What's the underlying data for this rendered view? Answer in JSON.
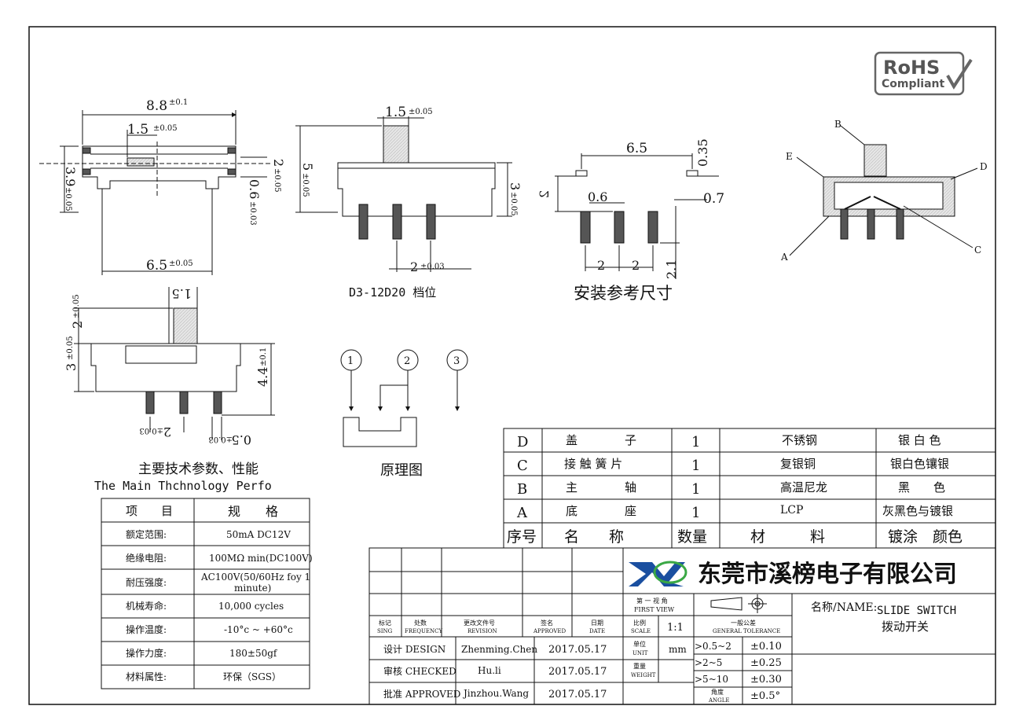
{
  "rohs": {
    "line1": "RoHS",
    "line2": "Compliant"
  },
  "view1": {
    "dim_width": "8.8",
    "tol_width": "±0.1",
    "dim_slider": "1.5",
    "tol_slider": "±0.05",
    "dim_base": "6.5",
    "tol_base": "±0.05",
    "dim_height": "3.9",
    "tol_height": "±0.05",
    "dim_pin": "2",
    "tol_pin": "±0.05",
    "dim_pin_w": "0.6",
    "tol_pin_w": "±0.03"
  },
  "view2": {
    "dim_slider": "1.5",
    "tol_slider": "±0.05",
    "dim_h": "5",
    "tol_h": "±0.05",
    "dim_h2": "3",
    "tol_h2": "±0.05",
    "dim_pitch": "2",
    "tol_pitch": "±0.03",
    "caption": "D3-12D20 档位"
  },
  "view3": {
    "dim_span": "6.5",
    "dim_035": "0.35",
    "dim_07": "0.7",
    "dim_2v": "2",
    "dim_06": "0.6",
    "dim_p1": "2",
    "dim_p2": "2",
    "dim_21": "2.1",
    "caption": "安装参考尺寸"
  },
  "view4": {
    "labels": [
      "B",
      "E",
      "D",
      "A",
      "C"
    ]
  },
  "view5": {
    "dim_15": "1.5",
    "dim_2": "2",
    "tol_2": "±0.05",
    "dim_3": "3",
    "tol_3": "±0.05",
    "dim_44": "4.4",
    "tol_44": "±0.1",
    "dim_pitch": "2",
    "tol_pitch": "±0.03",
    "dim_05": "0.5",
    "tol_05": "±0.03"
  },
  "schematic": {
    "pins": [
      "1",
      "2",
      "3"
    ],
    "caption": "原理图"
  },
  "specs": {
    "title_cn": "主要技术参数、性能",
    "title_en": "The Main Thchnology Perfo",
    "header": [
      "项　　目",
      "规　　格"
    ],
    "rows": [
      [
        "额定范围:",
        "50mA DC12V"
      ],
      [
        "绝缘电阻:",
        "100MΩ min(DC100V)"
      ],
      [
        "耐压强度:",
        "AC100V(50/60Hz foy 1",
        "minute)"
      ],
      [
        "机械寿命:",
        "10,000 cycles"
      ],
      [
        "操作温度:",
        "-10°c ~ +60°c"
      ],
      [
        "操作力度:",
        "180±50gf"
      ],
      [
        "材料属性:",
        "环保（SGS）"
      ]
    ]
  },
  "bom": {
    "rows": [
      [
        "D",
        "盖　　　　子",
        "1",
        "不锈钢",
        "银 白 色"
      ],
      [
        "C",
        "接 触 簧 片",
        "1",
        "复银铜",
        "银白色镶银"
      ],
      [
        "B",
        "主　　　　轴",
        "1",
        "高温尼龙",
        "黑　　色"
      ],
      [
        "A",
        "底　　　　座",
        "1",
        "LCP",
        "灰黑色与镀银"
      ]
    ],
    "header": [
      "序号",
      "名　　称",
      "数量",
      "材　　　料",
      "镀涂　颜色"
    ]
  },
  "title_block": {
    "company": "东莞市溪榜电子有限公司",
    "rev_headers": [
      [
        "标记",
        "SING"
      ],
      [
        "处数",
        "FREQUENCY"
      ],
      [
        "更改文件号",
        "REVISION"
      ],
      [
        "签名",
        "APPROVED"
      ],
      [
        "日期",
        "DATE"
      ]
    ],
    "view_label": [
      "第 一 视 角",
      "FIRST VIEW"
    ],
    "scale_label": [
      "比例",
      "SCALE"
    ],
    "scale": "1:1",
    "tol_label": [
      "一般公差",
      "GENERAL TOLERANCE"
    ],
    "unit_label": [
      "单位",
      "UNIT"
    ],
    "unit": "mm",
    "weight_label": [
      "重量",
      "WEIGHT"
    ],
    "tolerances": [
      [
        ">0.5~2",
        "±0.10"
      ],
      [
        ">2~5",
        "±0.25"
      ],
      [
        ">5~10",
        "±0.30"
      ]
    ],
    "angle_label": [
      "角度",
      "ANGLE"
    ],
    "angle_tol": "±0.5°",
    "name_label": "名称/NAME:",
    "name_en": "SLIDE SWITCH",
    "name_cn": "拨动开关",
    "approvals": [
      [
        "设计 DESIGN",
        "Zhenming.Chen",
        "2017.05.17"
      ],
      [
        "审核 CHECKED",
        "Hu.li",
        "2017.05.17"
      ],
      [
        "批准 APPROVED",
        "Jinzhou.Wang",
        "2017.05.17"
      ]
    ]
  },
  "colors": {
    "line": "#111111",
    "part": "#777777",
    "hatch": "#d8d8d8",
    "logo_blue": "#1a4fa0",
    "logo_green": "#3aa845"
  }
}
